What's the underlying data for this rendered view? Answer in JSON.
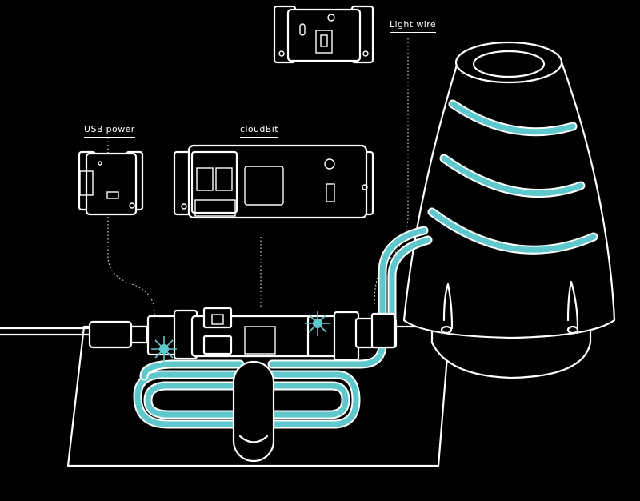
{
  "labels": {
    "usb_power": "USB power",
    "cloudbit": "cloudBit",
    "light_wire": "Light wire"
  },
  "colors": {
    "background": "#000000",
    "line": "#ffffff",
    "accent": "#5fc8cc"
  }
}
